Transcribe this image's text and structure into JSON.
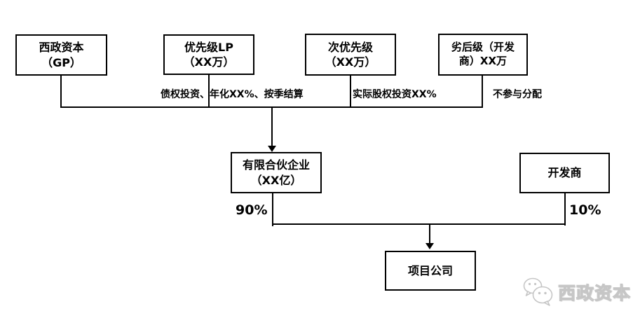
{
  "diagram": {
    "nodes": {
      "gp": {
        "line1": "西政资本",
        "line2": "（GP）"
      },
      "senior_lp": {
        "line1": "优先级LP",
        "line2": "（XX万）"
      },
      "sub_senior": {
        "line1": "次优先级",
        "line2": "（XX万）"
      },
      "junior": {
        "line1": "劣后级（开发",
        "line2": "商）XX万"
      },
      "partnership": {
        "line1": "有限合伙企业",
        "line2": "（XX亿）"
      },
      "developer": {
        "line1": "开发商",
        "line2": ""
      },
      "project_company": {
        "line1": "项目公司",
        "line2": ""
      }
    },
    "edge_labels": {
      "senior_terms": "债权投资、年化XX%、按季结算",
      "sub_senior_terms": "实际股权投资XX%",
      "junior_terms": "不参与分配",
      "partnership_share": "90%",
      "developer_share": "10%"
    },
    "colors": {
      "line": "#000000",
      "background": "#ffffff",
      "watermark": "#c6c6c6"
    }
  },
  "watermark": {
    "brand": "西政资本",
    "icon": "wechat-bubbles-icon"
  }
}
